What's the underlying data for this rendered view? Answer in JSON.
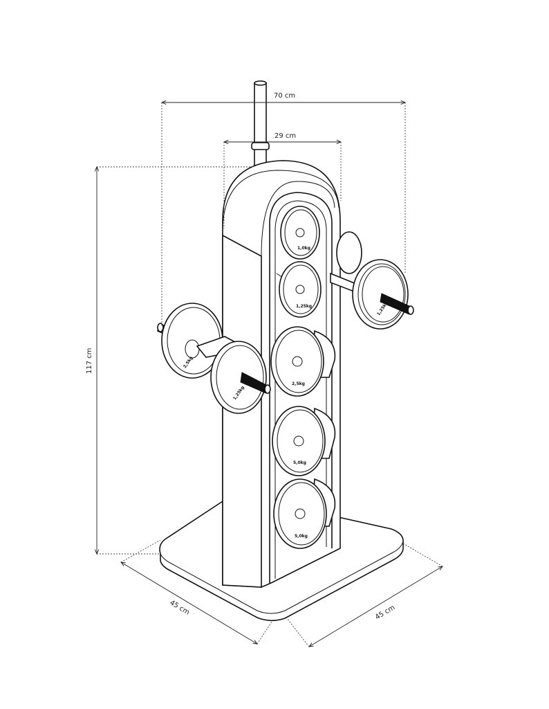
{
  "dimensions": {
    "width_total": "70 cm",
    "width_tower": "29 cm",
    "height": "117 cm",
    "base_depth": "45 cm",
    "base_width": "45 cm"
  },
  "plates": {
    "tower": [
      "1,0kg",
      "1,25kg",
      "2,5kg",
      "5,0kg",
      "5,0kg"
    ],
    "left_bar": [
      "2,5kg",
      "1,25kg"
    ],
    "right_bar": [
      "1,25kg"
    ]
  },
  "colors": {
    "line": "#111111",
    "background": "#ffffff"
  }
}
